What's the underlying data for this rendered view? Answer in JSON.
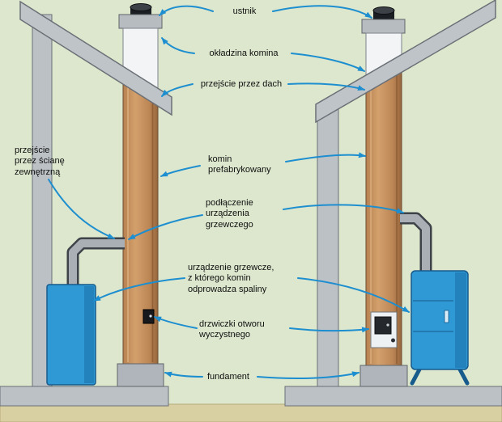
{
  "labels": {
    "outlet": "ustnik",
    "cladding": "okładzina komina",
    "roof_pass": "przejście przez dach",
    "wall_pass": "przejście\nprzez ścianę\nzewnętrzną",
    "chimney": "komin\nprefabrykowany",
    "connection": "podłączenie\nurządzenia\ngrzewczego",
    "device": "urządzenie grzewcze,\nz którego komin\nodprowadza spaliny",
    "door": "drzwiczki otworu\nwyczystnego",
    "foundation": "fundament"
  },
  "colors": {
    "background": "#dce7cd",
    "ground": "#d8cfa2",
    "structure": "#bcc1c6",
    "structure_outline": "#6a7076",
    "chimney_brick": "#c38d5c",
    "device": "#2e99d5",
    "device_outline": "#175a8c",
    "arrow": "#1d8ecf",
    "cap_outlet": "#1b1e22"
  }
}
